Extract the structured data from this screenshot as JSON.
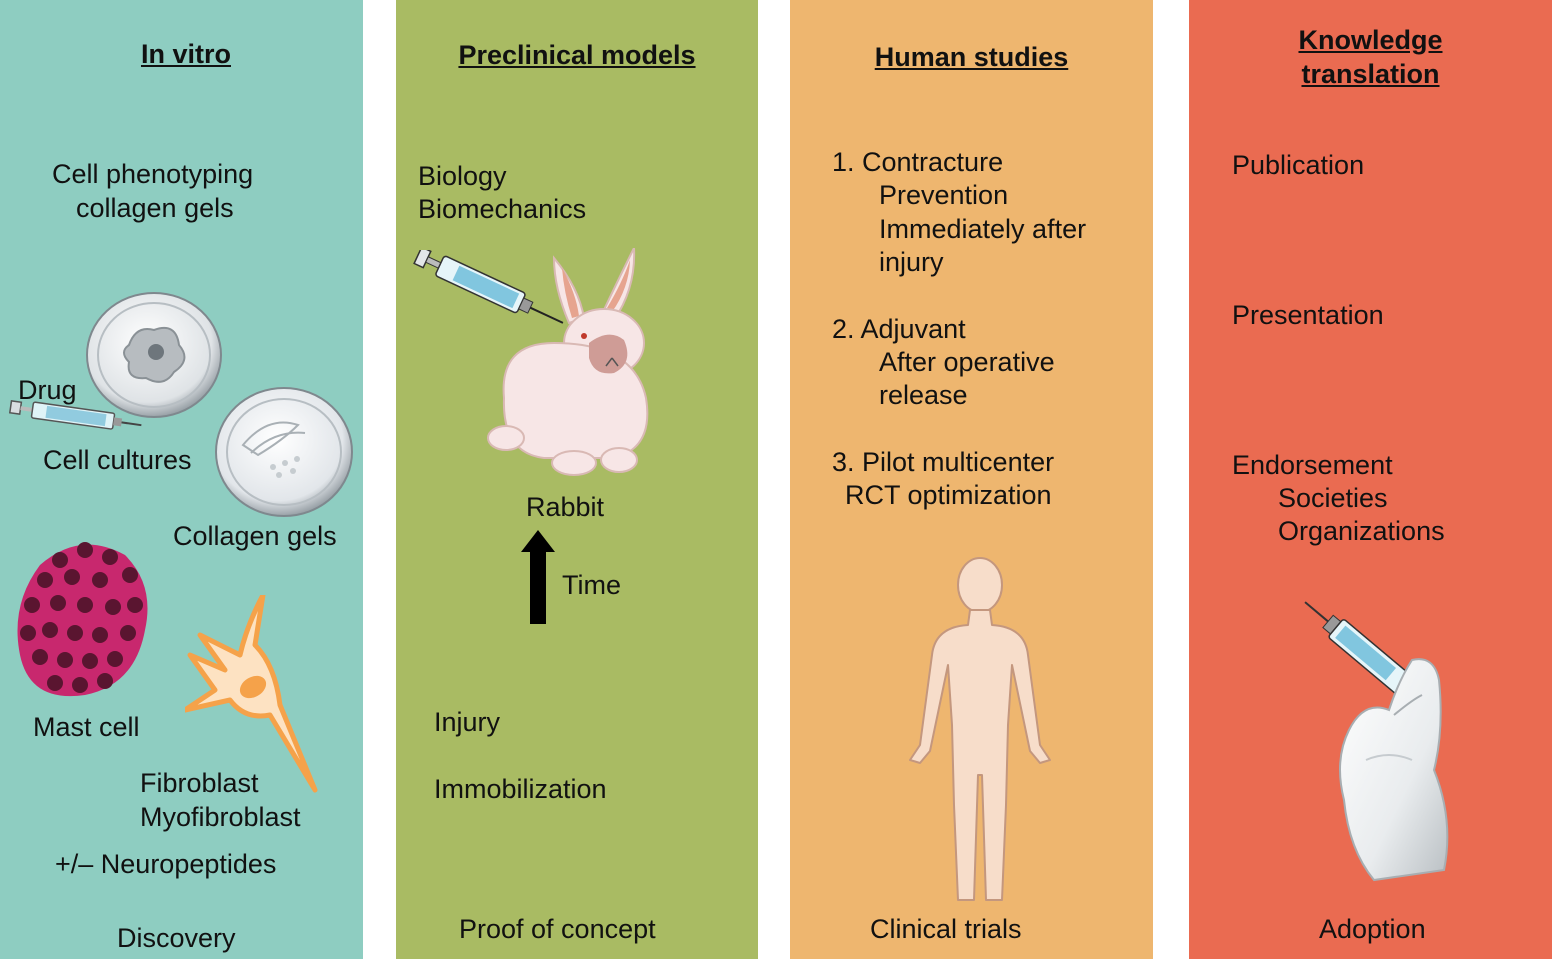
{
  "colors": {
    "in_vitro": "#8ecdc1",
    "preclinical": "#a9bb63",
    "human": "#eeb66f",
    "knowledge": "#ea6b51",
    "mast_cell": "#c8286e",
    "granule": "#5a1530",
    "fibroblast": "#f5a24a",
    "rabbit": "#f7e6e6",
    "human_figure": "#f7ddca"
  },
  "panels": {
    "in_vitro": {
      "title": "In vitro",
      "line1": "Cell phenotyping",
      "line2": "collagen gels",
      "drug": "Drug",
      "cell_cultures": "Cell cultures",
      "collagen_gels": "Collagen gels",
      "mast_cell": "Mast cell",
      "fibroblast": "Fibroblast",
      "myofibroblast": "Myofibroblast",
      "neuropeptides": "+/– Neuropeptides",
      "footer": "Discovery"
    },
    "preclinical": {
      "title": "Preclinical models",
      "biology": "Biology",
      "biomechanics": "Biomechanics",
      "rabbit": "Rabbit",
      "time": "Time",
      "injury": "Injury",
      "immobilization": "Immobilization",
      "footer": "Proof of concept"
    },
    "human": {
      "title": "Human studies",
      "item1": "1. Contracture",
      "item1_a": "Prevention",
      "item1_b": "Immediately after",
      "item1_c": "injury",
      "item2": "2. Adjuvant",
      "item2_a": "After operative",
      "item2_b": "release",
      "item3": "3. Pilot multicenter",
      "item3_a": "RCT optimization",
      "footer": "Clinical trials"
    },
    "knowledge": {
      "title_line1": "Knowledge",
      "title_line2": "translation",
      "publication": "Publication",
      "presentation": "Presentation",
      "endorsement": "Endorsement",
      "societies": "Societies",
      "organizations": "Organizations",
      "footer": "Adoption"
    }
  }
}
